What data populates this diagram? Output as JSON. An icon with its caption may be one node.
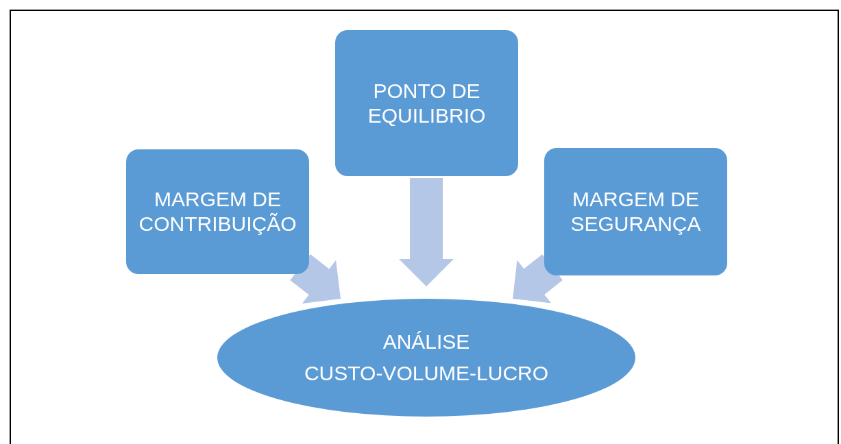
{
  "diagram": {
    "nodes": [
      {
        "text": [
          "PONTO DE EQUILIBRIO"
        ]
      },
      {
        "text": [
          "MARGEM DE CONTRIBUIÇÃO"
        ]
      },
      {
        "text": [
          "MARGEM DE SEGURANÇA"
        ]
      },
      {
        "text": [
          "ANÁLISE CUSTO-VOLUME-LUCRO"
        ]
      }
    ],
    "edges": [
      {
        "from": 1,
        "to": 3,
        "arrow": "to"
      },
      {
        "from": 0,
        "to": 3,
        "arrow": "to"
      },
      {
        "from": 2,
        "to": 3,
        "arrow": "to"
      }
    ]
  }
}
